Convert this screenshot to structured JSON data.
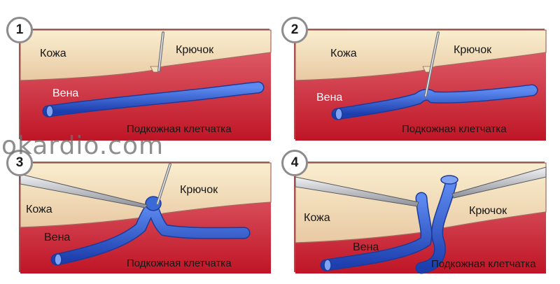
{
  "panels": [
    {
      "number": "1",
      "skin": "Кожа",
      "hook": "Крючок",
      "vein": "Вена",
      "tissue": "Подкожная клетчатка"
    },
    {
      "number": "2",
      "skin": "Кожа",
      "hook": "Крючок",
      "vein": "Вена",
      "tissue": "Подкожная клетчатка"
    },
    {
      "number": "3",
      "skin": "Кожа",
      "hook": "Крючок",
      "vein": "Вена",
      "tissue": "Подкожная клетчатка"
    },
    {
      "number": "4",
      "skin": "Кожа",
      "hook": "Крючок",
      "vein": "Вена",
      "tissue": "Подкожная клетчатка"
    }
  ],
  "watermark": "okardio.com",
  "colors": {
    "frame": "#a94a4e",
    "tissue": "#c61b2b",
    "skin": "#f6e7c2",
    "vein": "#2f5fd0",
    "instrument": "#b9bcc2"
  }
}
